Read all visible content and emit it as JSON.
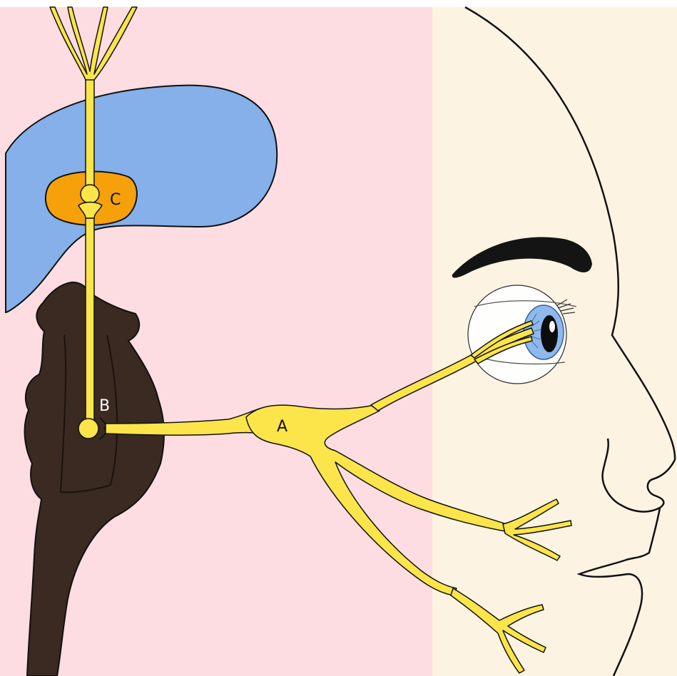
{
  "labels": {
    "a": "A",
    "b": "B",
    "c": "C"
  },
  "colors": {
    "left_panel": "#fddde1",
    "right_panel": "#fdf3e3",
    "thalamus": "#85b0ea",
    "nucleus": "#f6a10a",
    "brainstem": "#3a2a22",
    "nerve": "#fbe54a",
    "outline": "#111111",
    "iris": "#8fb9ec",
    "eyebrow": "#141414"
  }
}
